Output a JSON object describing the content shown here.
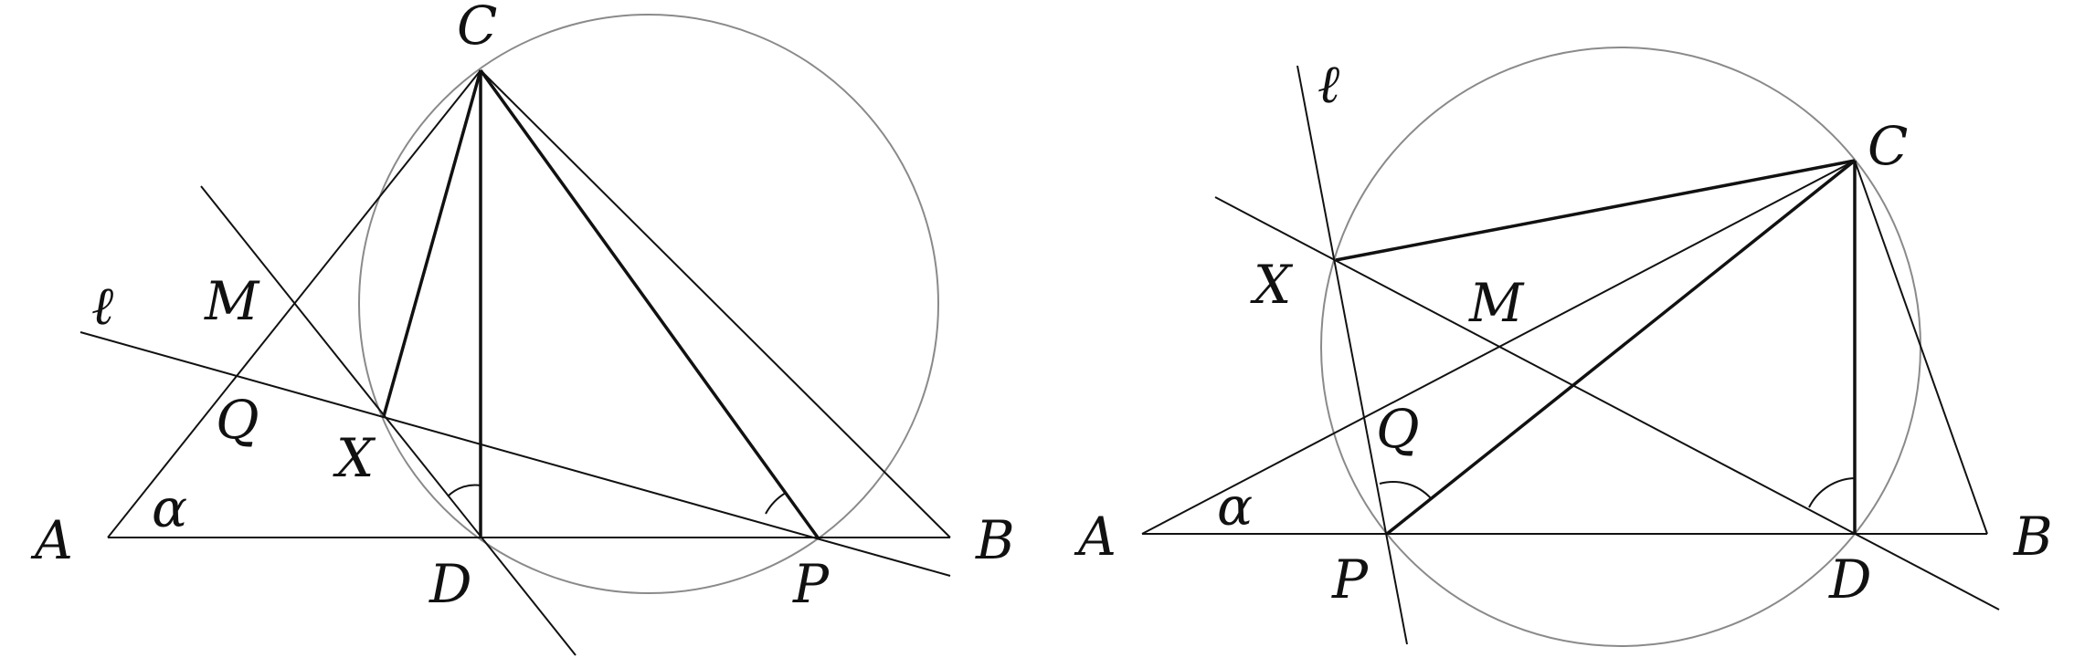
{
  "figures": [
    {
      "name": "left",
      "labels": {
        "C": "C",
        "A": "A",
        "B": "B",
        "D": "D",
        "P": "P",
        "X": "X",
        "Q": "Q",
        "M": "M",
        "ell": "ℓ",
        "alpha": "α"
      }
    },
    {
      "name": "right",
      "labels": {
        "C": "C",
        "A": "A",
        "B": "B",
        "D": "D",
        "P": "P",
        "X": "X",
        "Q": "Q",
        "M": "M",
        "ell": "ℓ",
        "alpha": "α"
      }
    }
  ],
  "colors": {
    "ink": "#111111",
    "circle": "#8a8a8a",
    "background": "#ffffff"
  }
}
